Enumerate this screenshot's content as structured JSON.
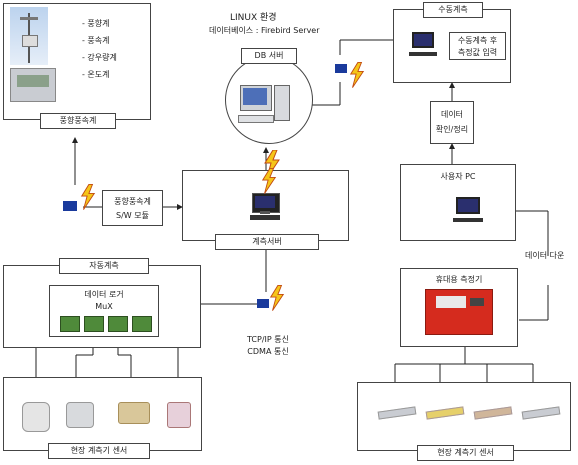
{
  "header": {
    "os": "LINUX 환경",
    "database": "데이터베이스 : Firebird Server"
  },
  "weather": {
    "items": [
      "- 풍향계",
      "- 풍속계",
      "- 강우량계",
      "- 온도계"
    ],
    "label": "풍향풍속계"
  },
  "sw_module": {
    "line1": "풍향풍속계",
    "line2": "S/W 모듈"
  },
  "db_server": {
    "label": "DB 서버"
  },
  "measure_server": {
    "label": "계측서버"
  },
  "manual": {
    "title": "수동계측",
    "input_line1": "수동계측 후",
    "input_line2": "측정값 입력"
  },
  "data_review": {
    "line1": "데이터",
    "line2": "확인/정리"
  },
  "user_pc": {
    "label": "사용자 PC"
  },
  "download": {
    "label": "데이터 다운"
  },
  "portable": {
    "label": "휴대용 측정기"
  },
  "auto": {
    "title": "자동계측",
    "logger": "데이터 로거",
    "mux": "MuX"
  },
  "network": {
    "line1": "TCP/IP 통신",
    "line2": "CDMA  통신"
  },
  "sensors_left": {
    "label": "현장 계측기 센서"
  },
  "sensors_right": {
    "label": "현장 계측기 센서"
  },
  "colors": {
    "border": "#444444",
    "bolt": "#f5c518",
    "modem": "#1a3a9c",
    "screen": "#2a2f6e"
  }
}
